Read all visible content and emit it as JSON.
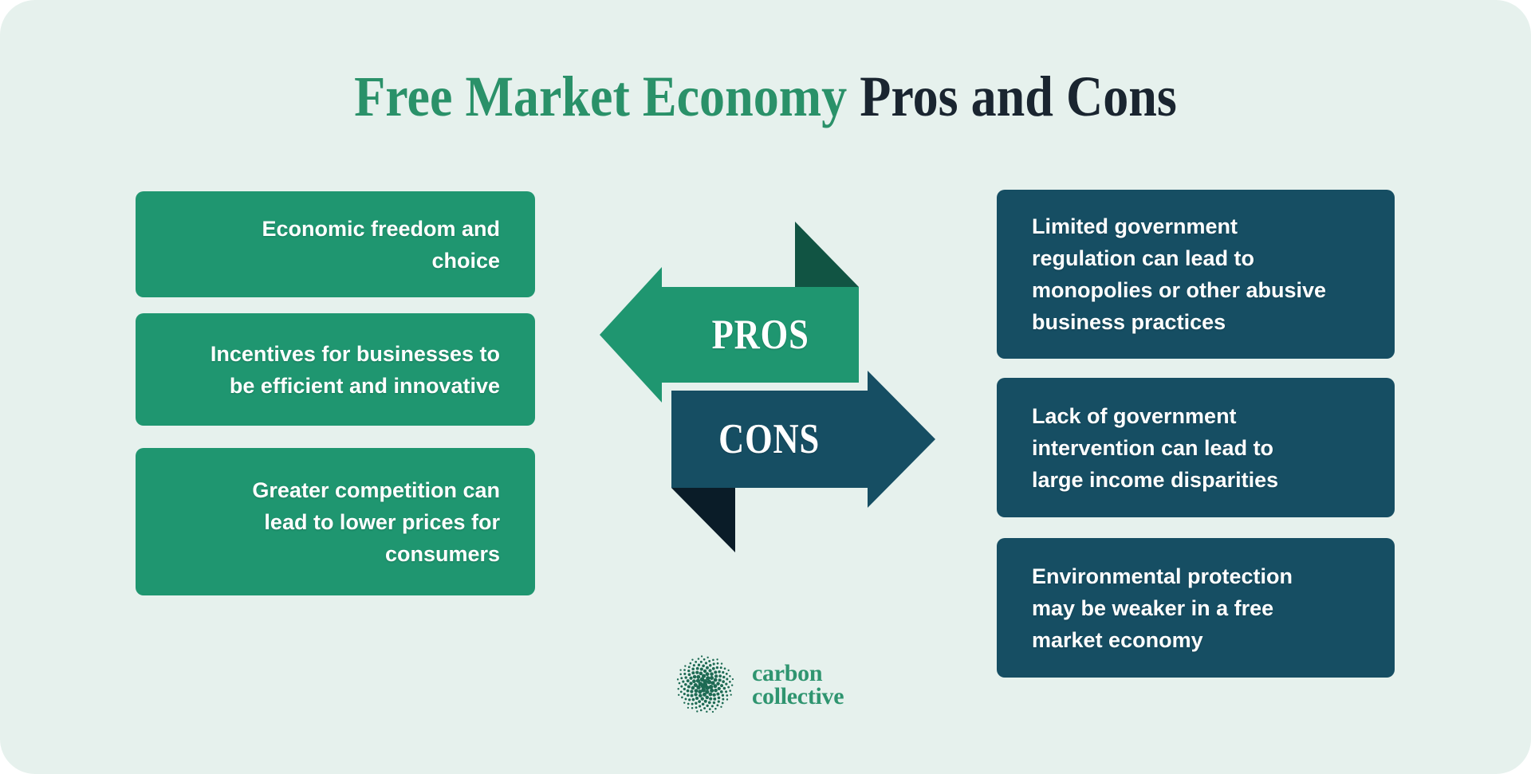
{
  "title": {
    "highlight": "Free Market Economy",
    "rest": " Pros and Cons"
  },
  "pros": {
    "label": "PROS",
    "items": [
      "Economic freedom and\nchoice",
      "Incentives for businesses to\nbe efficient and innovative",
      "Greater competition can\nlead to lower prices for\nconsumers"
    ]
  },
  "cons": {
    "label": "CONS",
    "items": [
      "Limited government\nregulation can lead to\nmonopolies or other abusive\nbusiness practices",
      "Lack of government\nintervention can lead to\nlarge income disparities",
      "Environmental protection\nmay be weaker in a free\nmarket economy"
    ]
  },
  "logo": {
    "line1": "carbon",
    "line2": "collective"
  },
  "colors": {
    "page": "#ffffff",
    "panel": "#e6f1ed",
    "green": "#1F9670",
    "green_dark": "#115443",
    "navy": "#164E63",
    "navy_dark": "#0A1C28",
    "title_green": "#2A9169",
    "title_dark": "#1A2530",
    "logo_green": "#2F9570",
    "logo_dot": "#1D6A53",
    "text": "#FFFFFF"
  }
}
